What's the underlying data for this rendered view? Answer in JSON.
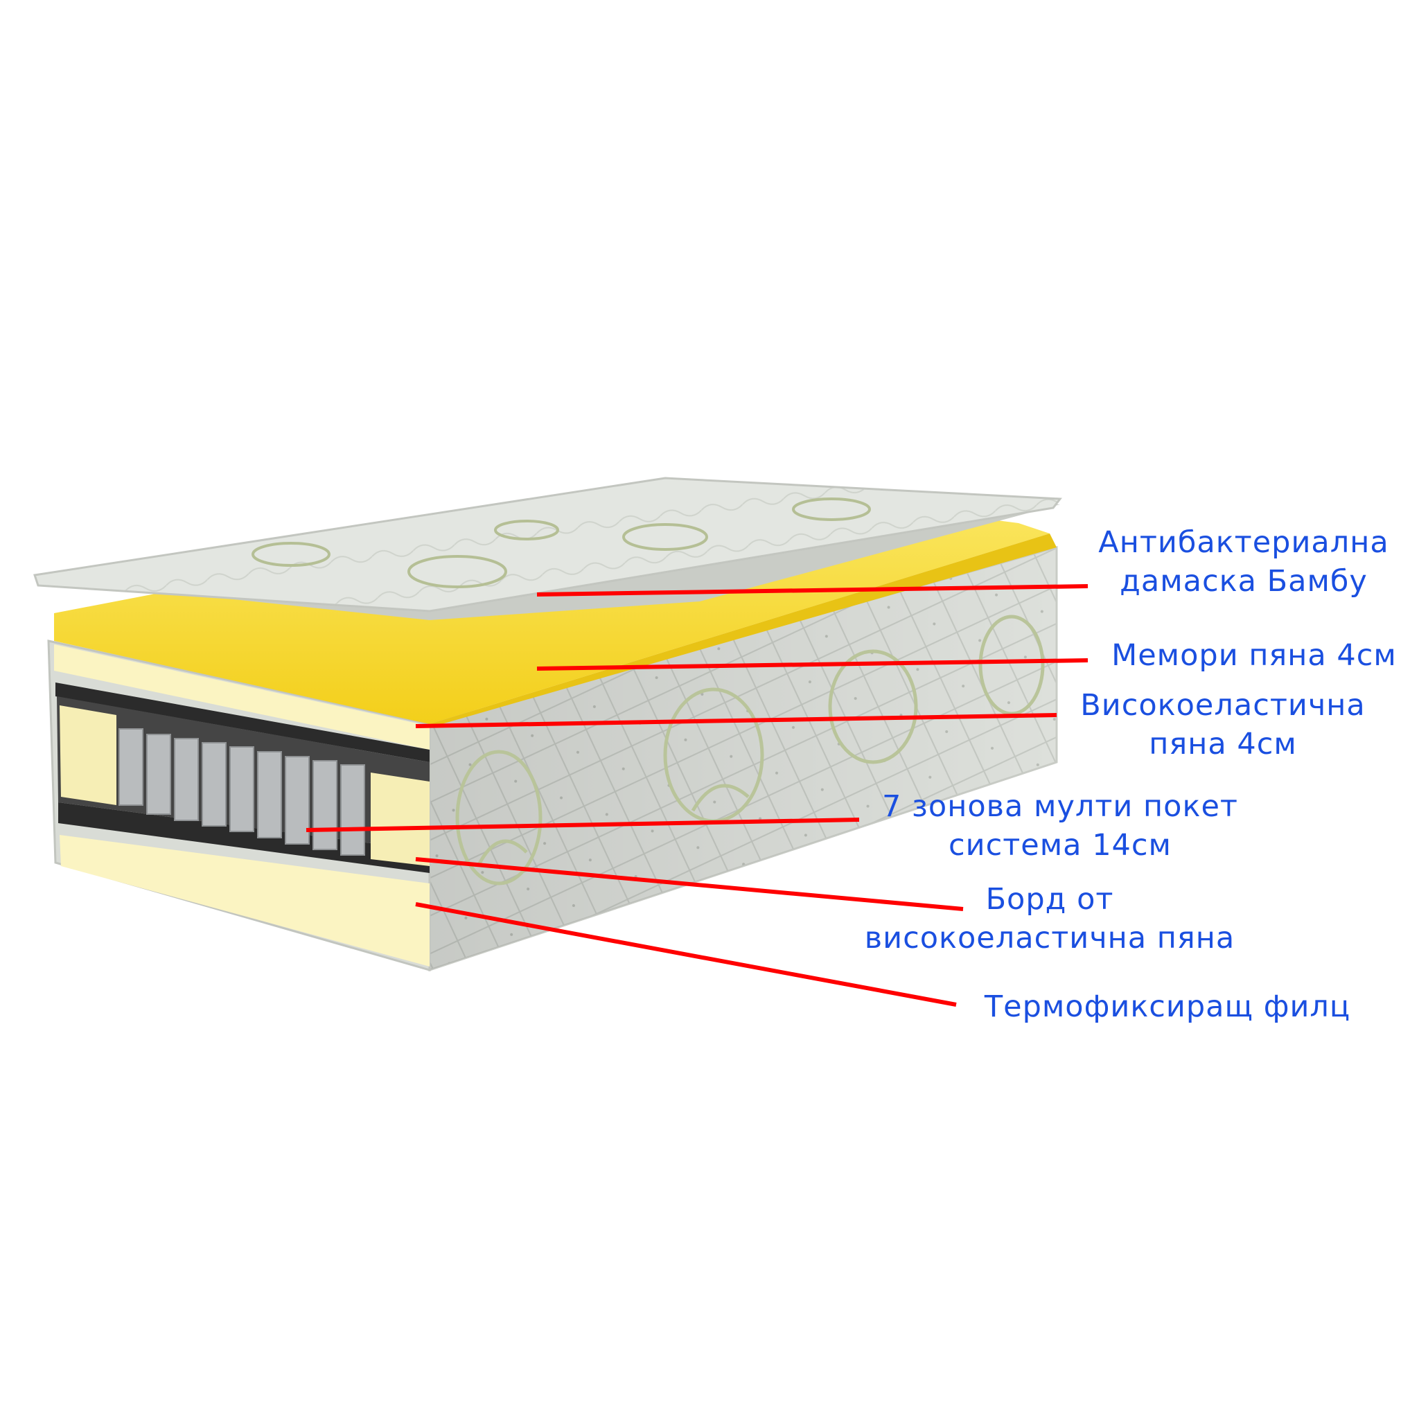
{
  "colors": {
    "label_text": "#1a4fe0",
    "leader_line": "#ff0000",
    "memory_foam": "#f8dc2a",
    "cream_foam": "#fbf4c2",
    "fabric": "#dfe2dd",
    "felt": "#2b2b2b",
    "spring_pocket": "#b9bcbe"
  },
  "icons": [
    "damask-pattern",
    "pocket-spring",
    "foam-block"
  ],
  "labels": [
    {
      "id": "damask",
      "lines": [
        "Антибактериална",
        "дамаска Бамбу"
      ]
    },
    {
      "id": "memory",
      "lines": [
        "Мемори пяна 4см"
      ]
    },
    {
      "id": "hr-foam",
      "lines": [
        "Високоеластична",
        "пяна 4см"
      ]
    },
    {
      "id": "pocket",
      "lines": [
        "7 зонова мулти покет",
        "система 14см"
      ]
    },
    {
      "id": "border",
      "lines": [
        "Борд от",
        "високоеластична пяна"
      ]
    },
    {
      "id": "felt",
      "lines": [
        "Термофиксиращ филц"
      ]
    }
  ]
}
